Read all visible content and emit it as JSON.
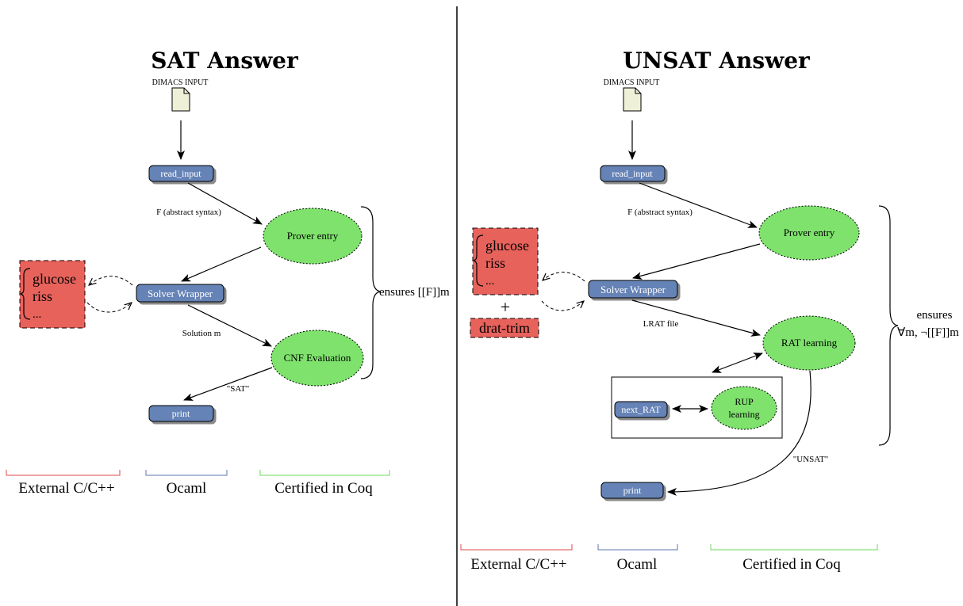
{
  "sat": {
    "title": "SAT Answer",
    "input_label": "DIMACS INPUT",
    "read_input": "read_input",
    "edge_f": "F (abstract syntax)",
    "prover_entry": "Prover entry",
    "solver_wrapper": "Solver Wrapper",
    "solvers": [
      "glucose",
      "riss",
      "..."
    ],
    "edge_solution": "Solution m",
    "cnf_evaluation": "CNF Evaluation",
    "edge_sat": "\"SAT\"",
    "print": "print",
    "ensures": "ensures [[F]]m"
  },
  "unsat": {
    "title": "UNSAT Answer",
    "input_label": "DIMACS INPUT",
    "read_input": "read_input",
    "edge_f": "F (abstract syntax)",
    "prover_entry": "Prover entry",
    "solver_wrapper": "Solver Wrapper",
    "solvers": [
      "glucose",
      "riss",
      "..."
    ],
    "plus": "+",
    "drat_trim": "drat-trim",
    "edge_lrat": "LRAT file",
    "rat_learning": "RAT learning",
    "next_rat": "next_RAT",
    "rup_learning_1": "RUP",
    "rup_learning_2": "learning",
    "edge_unsat": "\"UNSAT\"",
    "print": "print",
    "ensures_1": "ensures",
    "ensures_2": "∀m, ¬[[F]]m"
  },
  "legend": {
    "external": "External C/C++",
    "ocaml": "Ocaml",
    "certified": "Certified in Coq"
  },
  "colors": {
    "red_box": "#e8625c",
    "blue_node": "#6583b6",
    "green_node": "#7ee26c",
    "legend_red": "#e04a4a",
    "legend_blue": "#5a78b0",
    "legend_green": "#6ed85c"
  }
}
